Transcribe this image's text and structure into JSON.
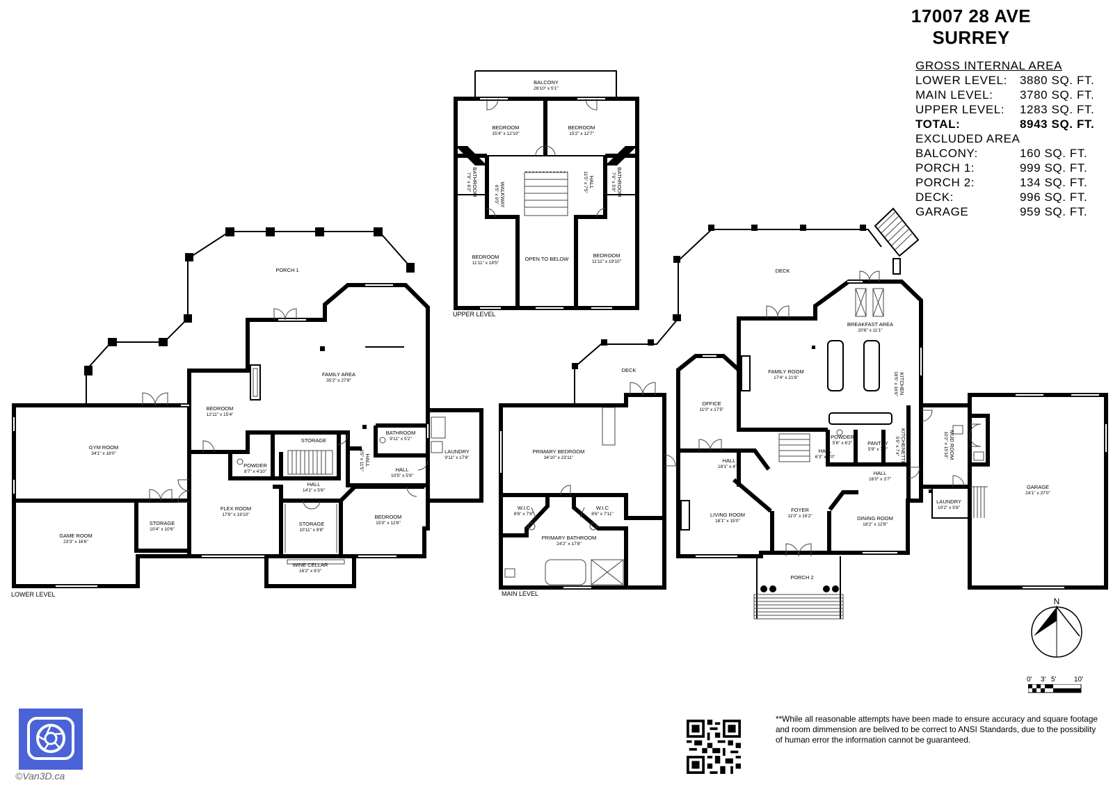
{
  "header": {
    "address_line1": "17007 28 AVE",
    "address_line2": "SURREY"
  },
  "area_summary": {
    "gross_heading": "GROSS INTERNAL AREA",
    "gross": [
      {
        "label": "LOWER LEVEL:",
        "value": "3880 SQ. FT."
      },
      {
        "label": "MAIN LEVEL:",
        "value": "3780 SQ. FT."
      },
      {
        "label": "UPPER LEVEL:",
        "value": "1283 SQ. FT."
      }
    ],
    "total": {
      "label": "TOTAL:",
      "value": "8943 SQ. FT."
    },
    "excluded_heading": "EXCLUDED AREA",
    "excluded": [
      {
        "label": "BALCONY:",
        "value": "160 SQ. FT."
      },
      {
        "label": "PORCH 1:",
        "value": "999 SQ. FT."
      },
      {
        "label": "PORCH 2:",
        "value": "134 SQ. FT."
      },
      {
        "label": "DECK:",
        "value": "996 SQ. FT."
      },
      {
        "label": "GARAGE",
        "value": "959 SQ. FT."
      }
    ]
  },
  "levels": {
    "lower": "LOWER LEVEL",
    "main": "MAIN LEVEL",
    "upper": "UPPER LEVEL"
  },
  "rooms": {
    "upper": [
      {
        "name": "BALCONY",
        "dims": "26'10\" x 5'1\""
      },
      {
        "name": "BEDROOM",
        "dims": "15'4\" x 12'10\""
      },
      {
        "name": "BEDROOM",
        "dims": "15'2\" x 12'7\""
      },
      {
        "name": "BATHROOM",
        "dims": "7'9\" x 6'2\""
      },
      {
        "name": "BATHROOM",
        "dims": "7'9\" x 5'8\""
      },
      {
        "name": "WALKWAY",
        "dims": "6'5\" x 9'5\""
      },
      {
        "name": "HALL",
        "dims": "11'5\" x 7'5\""
      },
      {
        "name": "BEDROOM",
        "dims": "11'11\" x 18'5\""
      },
      {
        "name": "OPEN TO BELOW",
        "dims": ""
      },
      {
        "name": "BEDROOM",
        "dims": "11'11\" x 19'10\""
      }
    ],
    "lower": [
      {
        "name": "PORCH 1",
        "dims": ""
      },
      {
        "name": "FAMILY AREA",
        "dims": "35'2\" x 27'8\""
      },
      {
        "name": "BEDROOM",
        "dims": "12'11\" x 15'4\""
      },
      {
        "name": "GYM ROOM",
        "dims": "34'1\" x 18'0\""
      },
      {
        "name": "STORAGE",
        "dims": ""
      },
      {
        "name": "BATHROOM",
        "dims": "9'11\" x 5'2\""
      },
      {
        "name": "LAUNDRY",
        "dims": "9'11\" x 17'6\""
      },
      {
        "name": "POWDER",
        "dims": "8'7\" x 4'10\""
      },
      {
        "name": "HALL",
        "dims": "6'5\" x 11'5\""
      },
      {
        "name": "HALL",
        "dims": "10'5\" x 5'9\""
      },
      {
        "name": "HALL",
        "dims": "14'1\" x 5'6\""
      },
      {
        "name": "FLEX ROOM",
        "dims": "17'6\" x 19'10\""
      },
      {
        "name": "STORAGE",
        "dims": "10'4\" x 10'6\""
      },
      {
        "name": "STORAGE",
        "dims": "10'11\" x 9'8\""
      },
      {
        "name": "BEDROOM",
        "dims": "15'0\" x 12'8\""
      },
      {
        "name": "GAME ROOM",
        "dims": "23'3\" x 16'6\""
      },
      {
        "name": "WINE CELLAR",
        "dims": "16'2\" x 6'3\""
      }
    ],
    "main": [
      {
        "name": "DECK",
        "dims": ""
      },
      {
        "name": "DECK",
        "dims": ""
      },
      {
        "name": "BREAKFAST AREA",
        "dims": "20'6\" x 11'1\""
      },
      {
        "name": "FAMILY ROOM",
        "dims": "17'4\" x 21'6\""
      },
      {
        "name": "KITCHEN",
        "dims": "18'5\" x 16'9\""
      },
      {
        "name": "OFFICE",
        "dims": "11'0\" x 17'5\""
      },
      {
        "name": "PRIMARY BEDROOM",
        "dims": "34'10\" x 23'11\""
      },
      {
        "name": "POWDER",
        "dims": "5'6\" x 6'2\""
      },
      {
        "name": "PANTRY",
        "dims": "5'9\" x 7'2\""
      },
      {
        "name": "KITCHENETTE",
        "dims": "5'5\" x 7'4\""
      },
      {
        "name": "MUD ROOM",
        "dims": "10'2\" x 15'10\""
      },
      {
        "name": "HALL",
        "dims": "6'3\" x 8'0\""
      },
      {
        "name": "HALL",
        "dims": "18'1\" x 4'7\""
      },
      {
        "name": "HALL",
        "dims": "16'0\" x 3'7\""
      },
      {
        "name": "W.I.C",
        "dims": "8'6\" x 7'8\""
      },
      {
        "name": "W.I.C",
        "dims": "8'6\" x 7'11\""
      },
      {
        "name": "PRIMARY BATHROOM",
        "dims": "24'2\" x 17'8\""
      },
      {
        "name": "LIVING ROOM",
        "dims": "18'1\" x 15'0\""
      },
      {
        "name": "FOYER",
        "dims": "11'0\" x 16'2\""
      },
      {
        "name": "DINING ROOM",
        "dims": "18'2\" x 12'8\""
      },
      {
        "name": "LAUNDRY",
        "dims": "10'2\" x 5'8\""
      },
      {
        "name": "GARAGE",
        "dims": "24'1\" x 37'0\""
      },
      {
        "name": "PORCH 2",
        "dims": ""
      }
    ]
  },
  "compass": {
    "north": "N"
  },
  "scale_bar": {
    "ticks": [
      "0'",
      "3'",
      "5'",
      "10'"
    ]
  },
  "disclaimer": "**While all reasonable attempts have been made to ensure accuracy and square footage and room dimmension are belived to be correct to ANSI Standards, due to the possibility of human error the information cannot be guaranteed.",
  "brand": {
    "copyright": "©Van3D.ca",
    "logo_color": "#4b63d6"
  }
}
